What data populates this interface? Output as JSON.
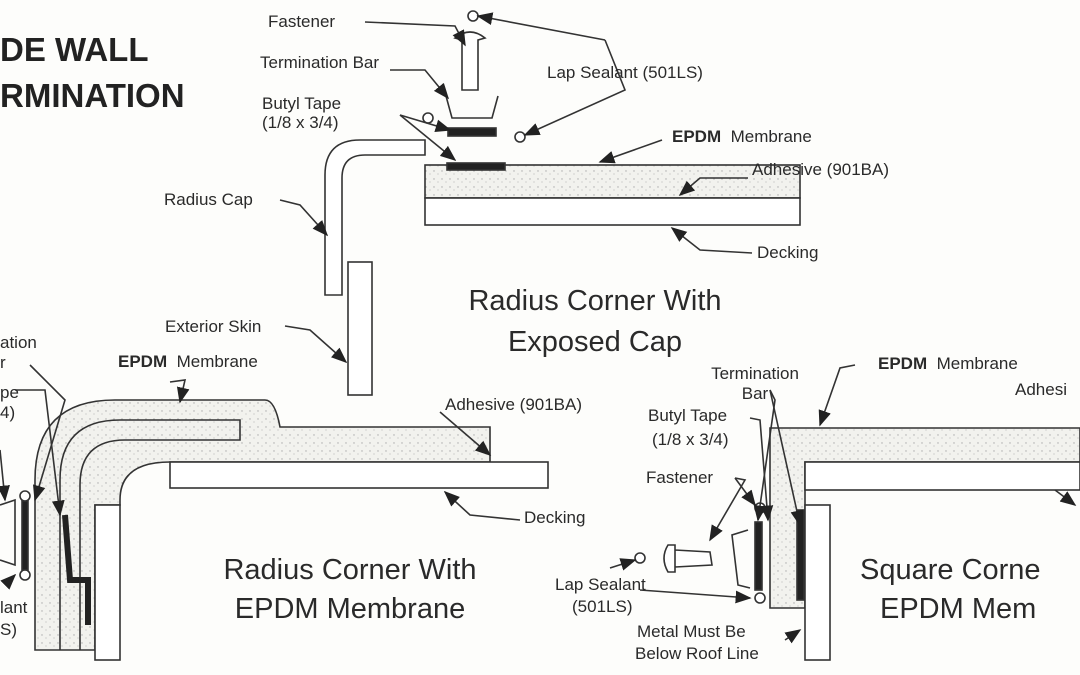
{
  "title": {
    "line1": "DE WALL",
    "line2": "RMINATION"
  },
  "top_detail": {
    "caption_line1": "Radius Corner With",
    "caption_line2": "Exposed Cap",
    "fastener": "Fastener",
    "termination_bar": "Termination Bar",
    "lap_sealant": "Lap Sealant (501LS)",
    "butyl_tape": "Butyl Tape",
    "butyl_tape_size": "(1/8 x 3/4)",
    "epdm_bold": "EPDM",
    "membrane": "Membrane",
    "adhesive": "Adhesive (901BA)",
    "radius_cap": "Radius Cap",
    "decking": "Decking",
    "exterior_skin": "Exterior Skin"
  },
  "left_detail": {
    "caption_line1": "Radius Corner With",
    "caption_line2": "EPDM  Membrane",
    "termination_partial": "ation",
    "bar_partial": "r",
    "tape_partial": "pe",
    "size_partial": "4)",
    "sealant_partial": "lant",
    "sealant_code_partial": "S)",
    "epdm_bold": "EPDM",
    "membrane": "Membrane",
    "adhesive": "Adhesive (901BA)",
    "decking": "Decking"
  },
  "right_detail": {
    "caption_line1": "Square Corne",
    "caption_line2": "EPDM  Mem",
    "epdm_bold": "EPDM",
    "membrane": "Membrane",
    "adhesive_partial": "Adhesi",
    "termination_bar_line1": "Termination",
    "termination_bar_line2": "Bar",
    "butyl_tape": "Butyl Tape",
    "butyl_tape_size": "(1/8 x 3/4)",
    "fastener": "Fastener",
    "lap_sealant_line1": "Lap Sealant",
    "lap_sealant_line2": "(501LS)",
    "metal_note_line1": "Metal Must Be",
    "metal_note_line2": "Below Roof Line"
  }
}
